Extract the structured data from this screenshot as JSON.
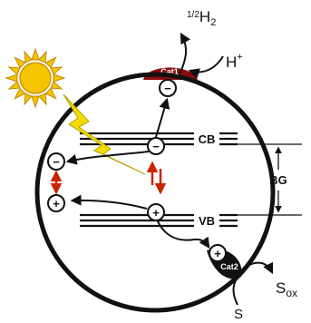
{
  "labels": {
    "h2_frac": "1/2",
    "h2": "H",
    "h2_sub": "2",
    "hplus": "H",
    "hplus_sup": "+",
    "cb": "CB",
    "vb": "VB",
    "bg": "BG",
    "sox": "S",
    "sox_sub": "ox",
    "s": "S"
  },
  "cocatalysts": [
    {
      "label": "Cat1",
      "color": "#8b0d0d"
    },
    {
      "label": "Cat2",
      "color": "#111111"
    }
  ],
  "charges": {
    "electron": "−",
    "hole": "+"
  },
  "colors": {
    "sun_fill": "#f5c400",
    "sun_stroke": "#c08a00",
    "light_beam": "#f2dc00",
    "red_arrow": "#cc2200",
    "line": "#111111",
    "cat1": "#8b0d0d",
    "cat2": "#111111"
  },
  "icons": [
    "sun-icon",
    "light-beam-icon"
  ]
}
